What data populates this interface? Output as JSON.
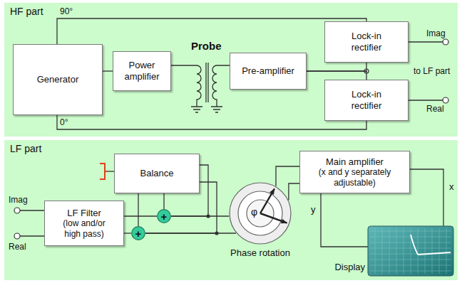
{
  "diagram": {
    "nodes": [
      {
        "text": [
          "HF part"
        ]
      },
      {
        "text": [
          "Generator"
        ],
        "in": 0
      },
      {
        "text": [
          "Power amplifier"
        ],
        "in": 0
      },
      {
        "text": [
          "Pre-amplifier"
        ],
        "in": 0
      },
      {
        "text": [
          "Lock-in rectifier"
        ],
        "in": 0
      },
      {
        "text": [
          "Lock-in rectifier"
        ],
        "in": 0
      },
      {
        "text": [
          "LF part"
        ]
      },
      {
        "text": [
          "Balance"
        ],
        "in": 6
      },
      {
        "text": [
          "LF Filter",
          "(low and/or high pass)"
        ],
        "in": 6
      },
      {
        "text": [
          "+"
        ],
        "in": 6
      },
      {
        "text": [
          "+"
        ],
        "in": 6
      },
      {
        "text": [
          "φ",
          "Phase rotation"
        ],
        "in": 6
      },
      {
        "text": [
          "Main amplifier",
          "(x and y separately adjustable)"
        ],
        "in": 6
      },
      {
        "text": [
          "Display"
        ],
        "in": 6
      }
    ],
    "edges": [
      {
        "from": 1,
        "to": 2,
        "arrow": "none"
      },
      {
        "from": 1,
        "to": 4,
        "arrow": "none"
      },
      {
        "from": 1,
        "to": 5,
        "arrow": "none"
      },
      {
        "from": 3,
        "to": 4,
        "arrow": "none"
      },
      {
        "from": 3,
        "to": 5,
        "arrow": "none"
      },
      {
        "from": 8,
        "to": 9,
        "arrow": "none"
      },
      {
        "from": 8,
        "to": 10,
        "arrow": "none"
      },
      {
        "from": 7,
        "to": 9,
        "arrow": "none"
      },
      {
        "from": 7,
        "to": 10,
        "arrow": "none"
      },
      {
        "from": 9,
        "to": 11,
        "arrow": "none"
      },
      {
        "from": 10,
        "to": 11,
        "arrow": "none"
      },
      {
        "from": 9,
        "to": 7,
        "arrow": "none"
      },
      {
        "from": 10,
        "to": 7,
        "arrow": "none"
      },
      {
        "from": 11,
        "to": 12,
        "arrow": "none"
      },
      {
        "from": 11,
        "to": 12,
        "arrow": "none"
      },
      {
        "from": 12,
        "to": 13,
        "label": "x",
        "arrow": "none"
      },
      {
        "from": 12,
        "to": 13,
        "label": "y",
        "arrow": "none"
      }
    ],
    "labels": [
      "90°",
      "0°",
      "Probe",
      "Imag",
      "Real",
      "to LF part",
      "Imag",
      "Real"
    ]
  }
}
